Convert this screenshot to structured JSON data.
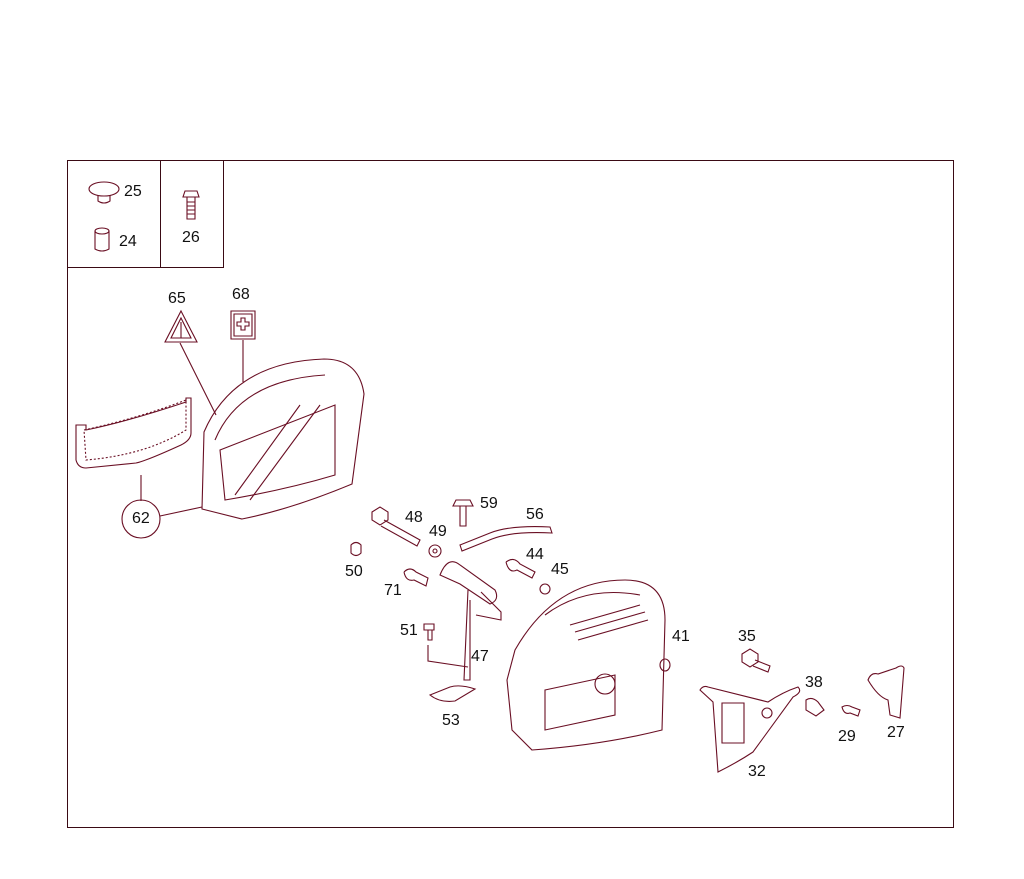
{
  "diagram": {
    "type": "exploded-parts-view",
    "colors": {
      "frame": "#3a0a14",
      "line": "#c0143c",
      "text": "#111111"
    },
    "insets": [
      {
        "parts": [
          {
            "no": "25",
            "desc": "clip"
          },
          {
            "no": "24",
            "desc": "sleeve"
          }
        ]
      },
      {
        "parts": [
          {
            "no": "26",
            "desc": "bolt"
          }
        ]
      }
    ],
    "labels": [
      {
        "no": "65",
        "desc": "warning triangle"
      },
      {
        "no": "68",
        "desc": "first aid kit"
      },
      {
        "no": "62",
        "desc": "net / cover"
      },
      {
        "no": "48",
        "desc": "bolt"
      },
      {
        "no": "49",
        "desc": "washer"
      },
      {
        "no": "59",
        "desc": "bolt"
      },
      {
        "no": "56",
        "desc": "bracket"
      },
      {
        "no": "50",
        "desc": "plug"
      },
      {
        "no": "44",
        "desc": "bolt"
      },
      {
        "no": "45",
        "desc": "washer"
      },
      {
        "no": "71",
        "desc": "bolt"
      },
      {
        "no": "41",
        "desc": "trim panel"
      },
      {
        "no": "51",
        "desc": "screw"
      },
      {
        "no": "47",
        "desc": "holder"
      },
      {
        "no": "53",
        "desc": "clip nut"
      },
      {
        "no": "35",
        "desc": "bolt"
      },
      {
        "no": "38",
        "desc": "sleeve"
      },
      {
        "no": "29",
        "desc": "screw"
      },
      {
        "no": "27",
        "desc": "holder"
      },
      {
        "no": "32",
        "desc": "bracket"
      }
    ]
  }
}
